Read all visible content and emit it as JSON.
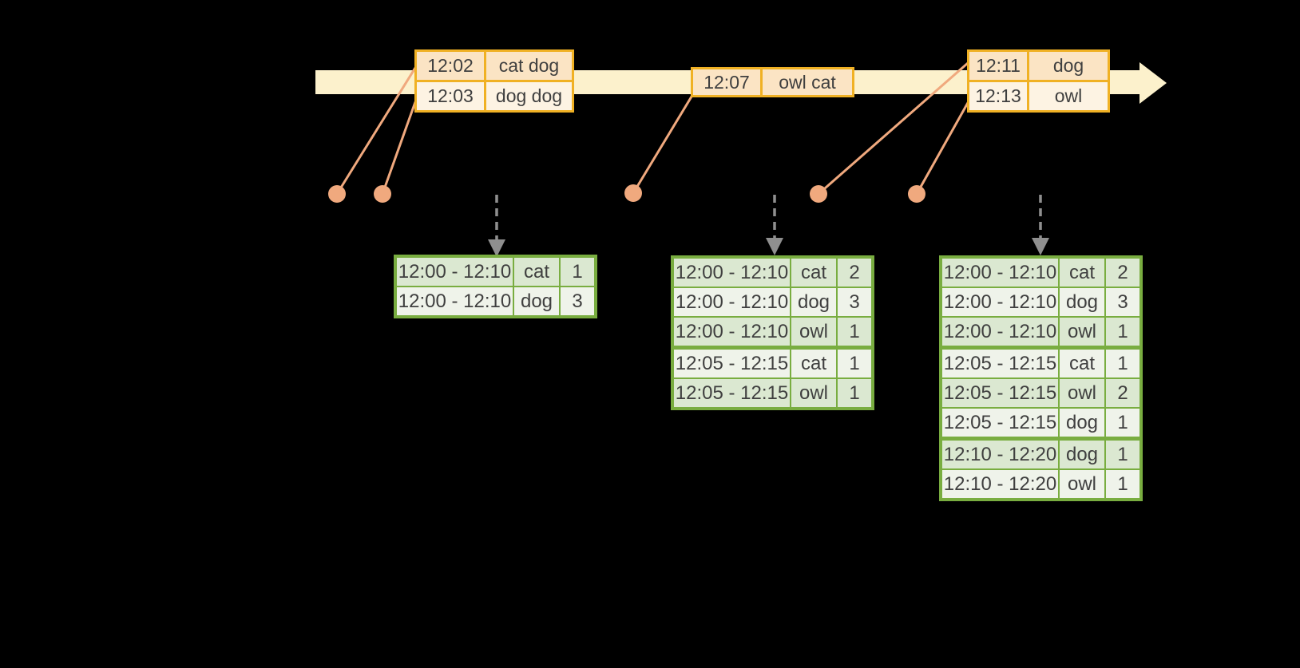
{
  "colors": {
    "background": "#000000",
    "timeline_band": "#FCF1CC",
    "event_box_border": "#F0B124",
    "event_row_dark": "#FBE4C4",
    "event_row_light": "#FDF3E3",
    "connector_salmon": "#F0A97E",
    "table_border_green": "#79AD40",
    "table_row_dark": "#DBE8D1",
    "table_row_light": "#EFF3EA",
    "trigger_arrow_gray": "#8F8F8F",
    "text": "#3F3F3F"
  },
  "event_boxes": [
    {
      "rows": [
        {
          "time": "12:02",
          "words": "cat dog"
        },
        {
          "time": "12:03",
          "words": "dog dog"
        }
      ]
    },
    {
      "rows": [
        {
          "time": "12:07",
          "words": "owl cat"
        }
      ]
    },
    {
      "rows": [
        {
          "time": "12:11",
          "words": "dog"
        },
        {
          "time": "12:13",
          "words": "owl"
        }
      ]
    }
  ],
  "result_tables": [
    {
      "rows": [
        {
          "window": "12:00 - 12:10",
          "word": "cat",
          "count": "1"
        },
        {
          "window": "12:00 - 12:10",
          "word": "dog",
          "count": "3"
        }
      ]
    },
    {
      "rows": [
        {
          "window": "12:00 - 12:10",
          "word": "cat",
          "count": "2"
        },
        {
          "window": "12:00 - 12:10",
          "word": "dog",
          "count": "3"
        },
        {
          "window": "12:00 - 12:10",
          "word": "owl",
          "count": "1"
        },
        {
          "window": "12:05 - 12:15",
          "word": "cat",
          "count": "1"
        },
        {
          "window": "12:05 - 12:15",
          "word": "owl",
          "count": "1"
        }
      ]
    },
    {
      "rows": [
        {
          "window": "12:00 - 12:10",
          "word": "cat",
          "count": "2"
        },
        {
          "window": "12:00 - 12:10",
          "word": "dog",
          "count": "3"
        },
        {
          "window": "12:00 - 12:10",
          "word": "owl",
          "count": "1"
        },
        {
          "window": "12:05 - 12:15",
          "word": "cat",
          "count": "1"
        },
        {
          "window": "12:05 - 12:15",
          "word": "owl",
          "count": "2"
        },
        {
          "window": "12:05 - 12:15",
          "word": "dog",
          "count": "1"
        },
        {
          "window": "12:10 - 12:20",
          "word": "dog",
          "count": "1"
        },
        {
          "window": "12:10 - 12:20",
          "word": "owl",
          "count": "1"
        }
      ]
    }
  ]
}
